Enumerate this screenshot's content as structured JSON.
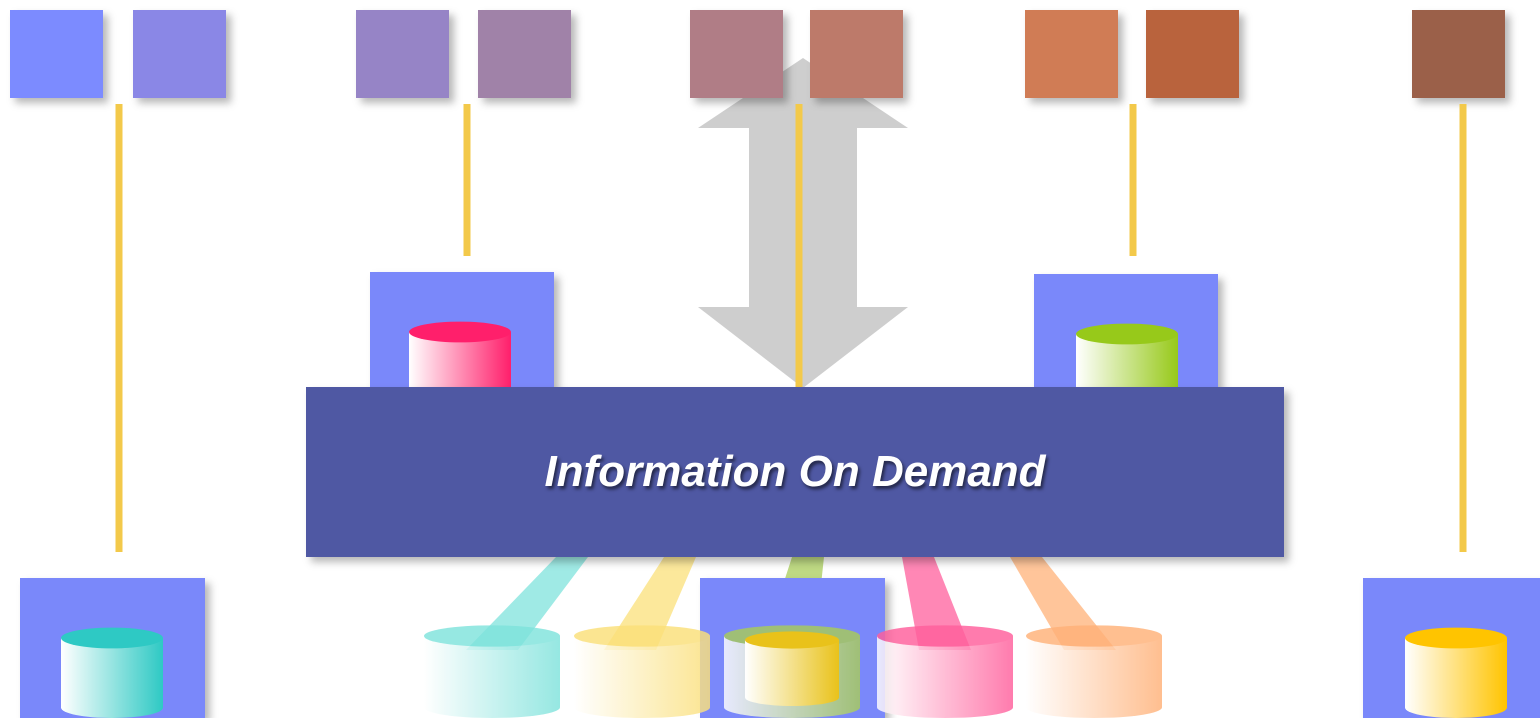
{
  "banner": {
    "title": "Information On Demand",
    "color": "#5059a3",
    "text_color": "#ffffff"
  },
  "top_squares": [
    "#7b8bff",
    "#8a87e6",
    "#9684c6",
    "#a082a8",
    "#b07d86",
    "#bd7a6a",
    "#d07b54",
    "#b9633c",
    "#9b6048"
  ],
  "panel_color": "#7a88fa",
  "connector_color": "#f3c94a",
  "arrow_color": "#c9c9c9",
  "side_databases": [
    {
      "position": "bottom-left",
      "color": "#2ec9c4"
    },
    {
      "position": "upper-left",
      "color": "#ff1f6b"
    },
    {
      "position": "upper-right",
      "color": "#97c91a"
    },
    {
      "position": "bottom-right",
      "color": "#ffc400"
    }
  ],
  "bottom_databases": [
    {
      "color": "#7fe3dc"
    },
    {
      "color": "#fbe07a"
    },
    {
      "color": "#a8cc5a"
    },
    {
      "color": "#ff5f9c"
    },
    {
      "color": "#ffb178"
    }
  ],
  "inner_database": {
    "color": "#e9c21a"
  }
}
